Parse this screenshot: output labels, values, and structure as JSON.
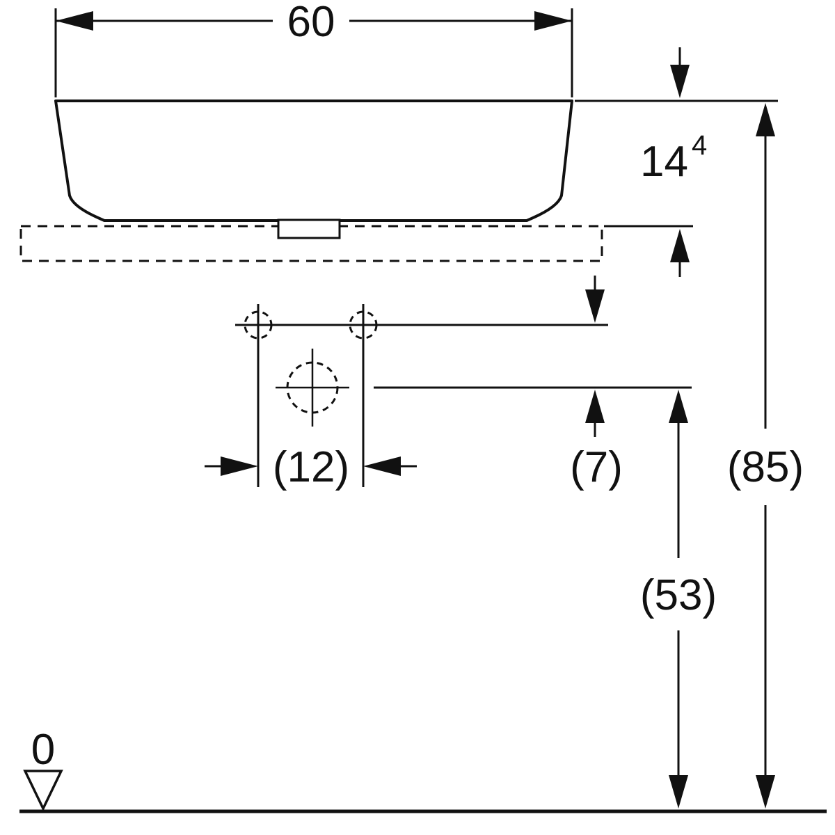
{
  "drawing": {
    "labels": {
      "width": "60",
      "rim_height_main": "14",
      "rim_height_sup": "4",
      "tap_hole_spacing": "(12)",
      "tap_to_trap": "(7)",
      "trap_height": "(53)",
      "total_height": "(85)",
      "datum_zero": "0"
    },
    "colors": {
      "line": "#111111",
      "background": "#ffffff"
    }
  }
}
